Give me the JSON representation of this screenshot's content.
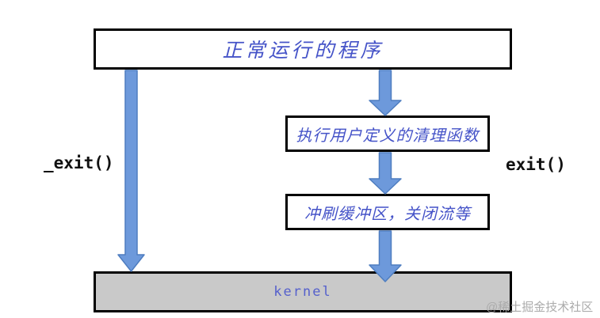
{
  "diagram": {
    "title_box": {
      "label": "正常运行的程序"
    },
    "cleanup_box": {
      "label": "执行用户定义的清理函数"
    },
    "flush_box": {
      "label": "冲刷缓冲区，关闭流等"
    },
    "kernel_box": {
      "label": "kernel"
    },
    "left_path_label": "_exit()",
    "right_path_label": "exit()",
    "arrows": [
      {
        "name": "exit-direct-arrow",
        "from": "title_box",
        "to": "kernel_box",
        "side": "left"
      },
      {
        "name": "arrow-program-to-cleanup",
        "from": "title_box",
        "to": "cleanup_box",
        "side": "right"
      },
      {
        "name": "arrow-cleanup-to-flush",
        "from": "cleanup_box",
        "to": "flush_box",
        "side": "right"
      },
      {
        "name": "arrow-flush-to-kernel",
        "from": "flush_box",
        "to": "kernel_box",
        "side": "right"
      }
    ]
  },
  "watermark": "@稀土掘金技术社区",
  "colors": {
    "arrow_fill": "#6D99DB",
    "arrow_stroke": "#4E7DC0",
    "box_text_blue": "#4553C8",
    "kernel_text_blue": "#5560CC",
    "kernel_fill": "#C9C9C9",
    "box_border": "#000000",
    "watermark_gray": "#ABABAB"
  }
}
